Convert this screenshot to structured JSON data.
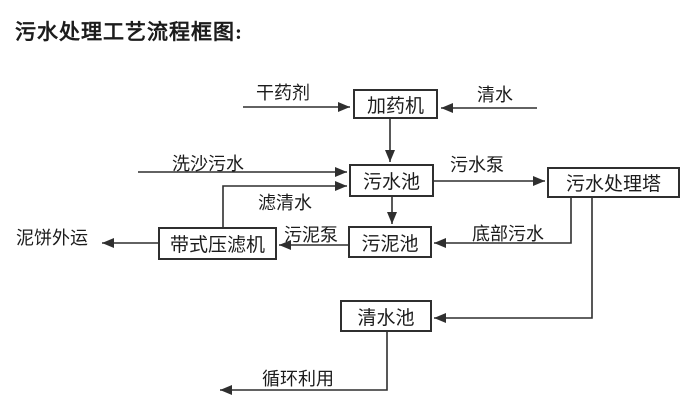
{
  "title": "污水处理工艺流程框图:",
  "nodes": {
    "dosing_machine": "加药机",
    "sewage_pool": "污水池",
    "treatment_tower": "污水处理塔",
    "sludge_pool": "污泥池",
    "belt_filter_press": "带式压滤机",
    "clear_water_pool": "清水池"
  },
  "labels": {
    "dry_chemical": "干药剂",
    "clear_water": "清水",
    "sand_washing_sewage": "洗沙污水",
    "sewage_pump": "污水泵",
    "filtered_water": "滤清水",
    "sludge_pump": "污泥泵",
    "bottom_sewage": "底部污水",
    "mud_cake_out": "泥饼外运",
    "recycle_use": "循环利用"
  },
  "flow": [
    {
      "from": "干药剂",
      "to": "加药机"
    },
    {
      "from": "清水",
      "to": "加药机"
    },
    {
      "from": "加药机",
      "to": "污水池"
    },
    {
      "from": "洗沙污水",
      "to": "污水池"
    },
    {
      "from": "带式压滤机",
      "label": "滤清水",
      "to": "污水池"
    },
    {
      "from": "污水池",
      "label": "污水泵",
      "to": "污水处理塔"
    },
    {
      "from": "污水池",
      "to": "污泥池"
    },
    {
      "from": "污水处理塔",
      "label": "底部污水",
      "to": "污泥池"
    },
    {
      "from": "污泥池",
      "label": "污泥泵",
      "to": "带式压滤机"
    },
    {
      "from": "带式压滤机",
      "to": "泥饼外运"
    },
    {
      "from": "污水处理塔",
      "to": "清水池"
    },
    {
      "from": "清水池",
      "to": "循环利用"
    }
  ],
  "colors": {
    "line": "#2f2f2f",
    "text": "#1c1c1c",
    "background": "#ffffff"
  }
}
